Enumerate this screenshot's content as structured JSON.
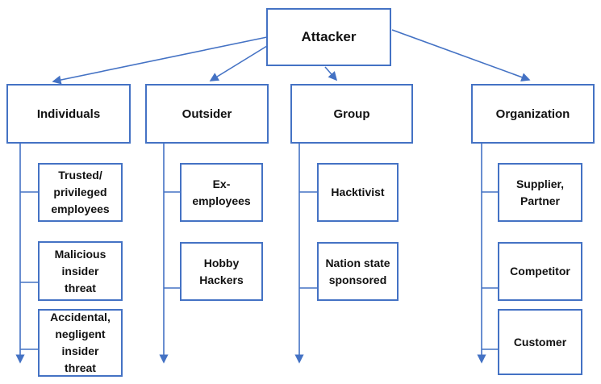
{
  "diagram": {
    "root": "Attacker",
    "branches": [
      {
        "label": "Individuals",
        "children": [
          "Trusted/\nprivileged\nemployees",
          "Malicious\ninsider\nthreat",
          "Accidental,\nnegligent\ninsider\nthreat"
        ]
      },
      {
        "label": "Outsider",
        "children": [
          "Ex-\nemployees",
          "Hobby\nHackers"
        ]
      },
      {
        "label": "Group",
        "children": [
          "Hacktivist",
          "Nation state\nsponsored"
        ]
      },
      {
        "label": "Organization",
        "children": [
          "Supplier,\nPartner",
          "Competitor",
          "Customer"
        ]
      }
    ],
    "colors": {
      "connector": "#4472C4",
      "box_border": "#4472C4",
      "box_fill": "#FFFFFF",
      "text": "#111111",
      "background": "#FFFFFF"
    }
  }
}
